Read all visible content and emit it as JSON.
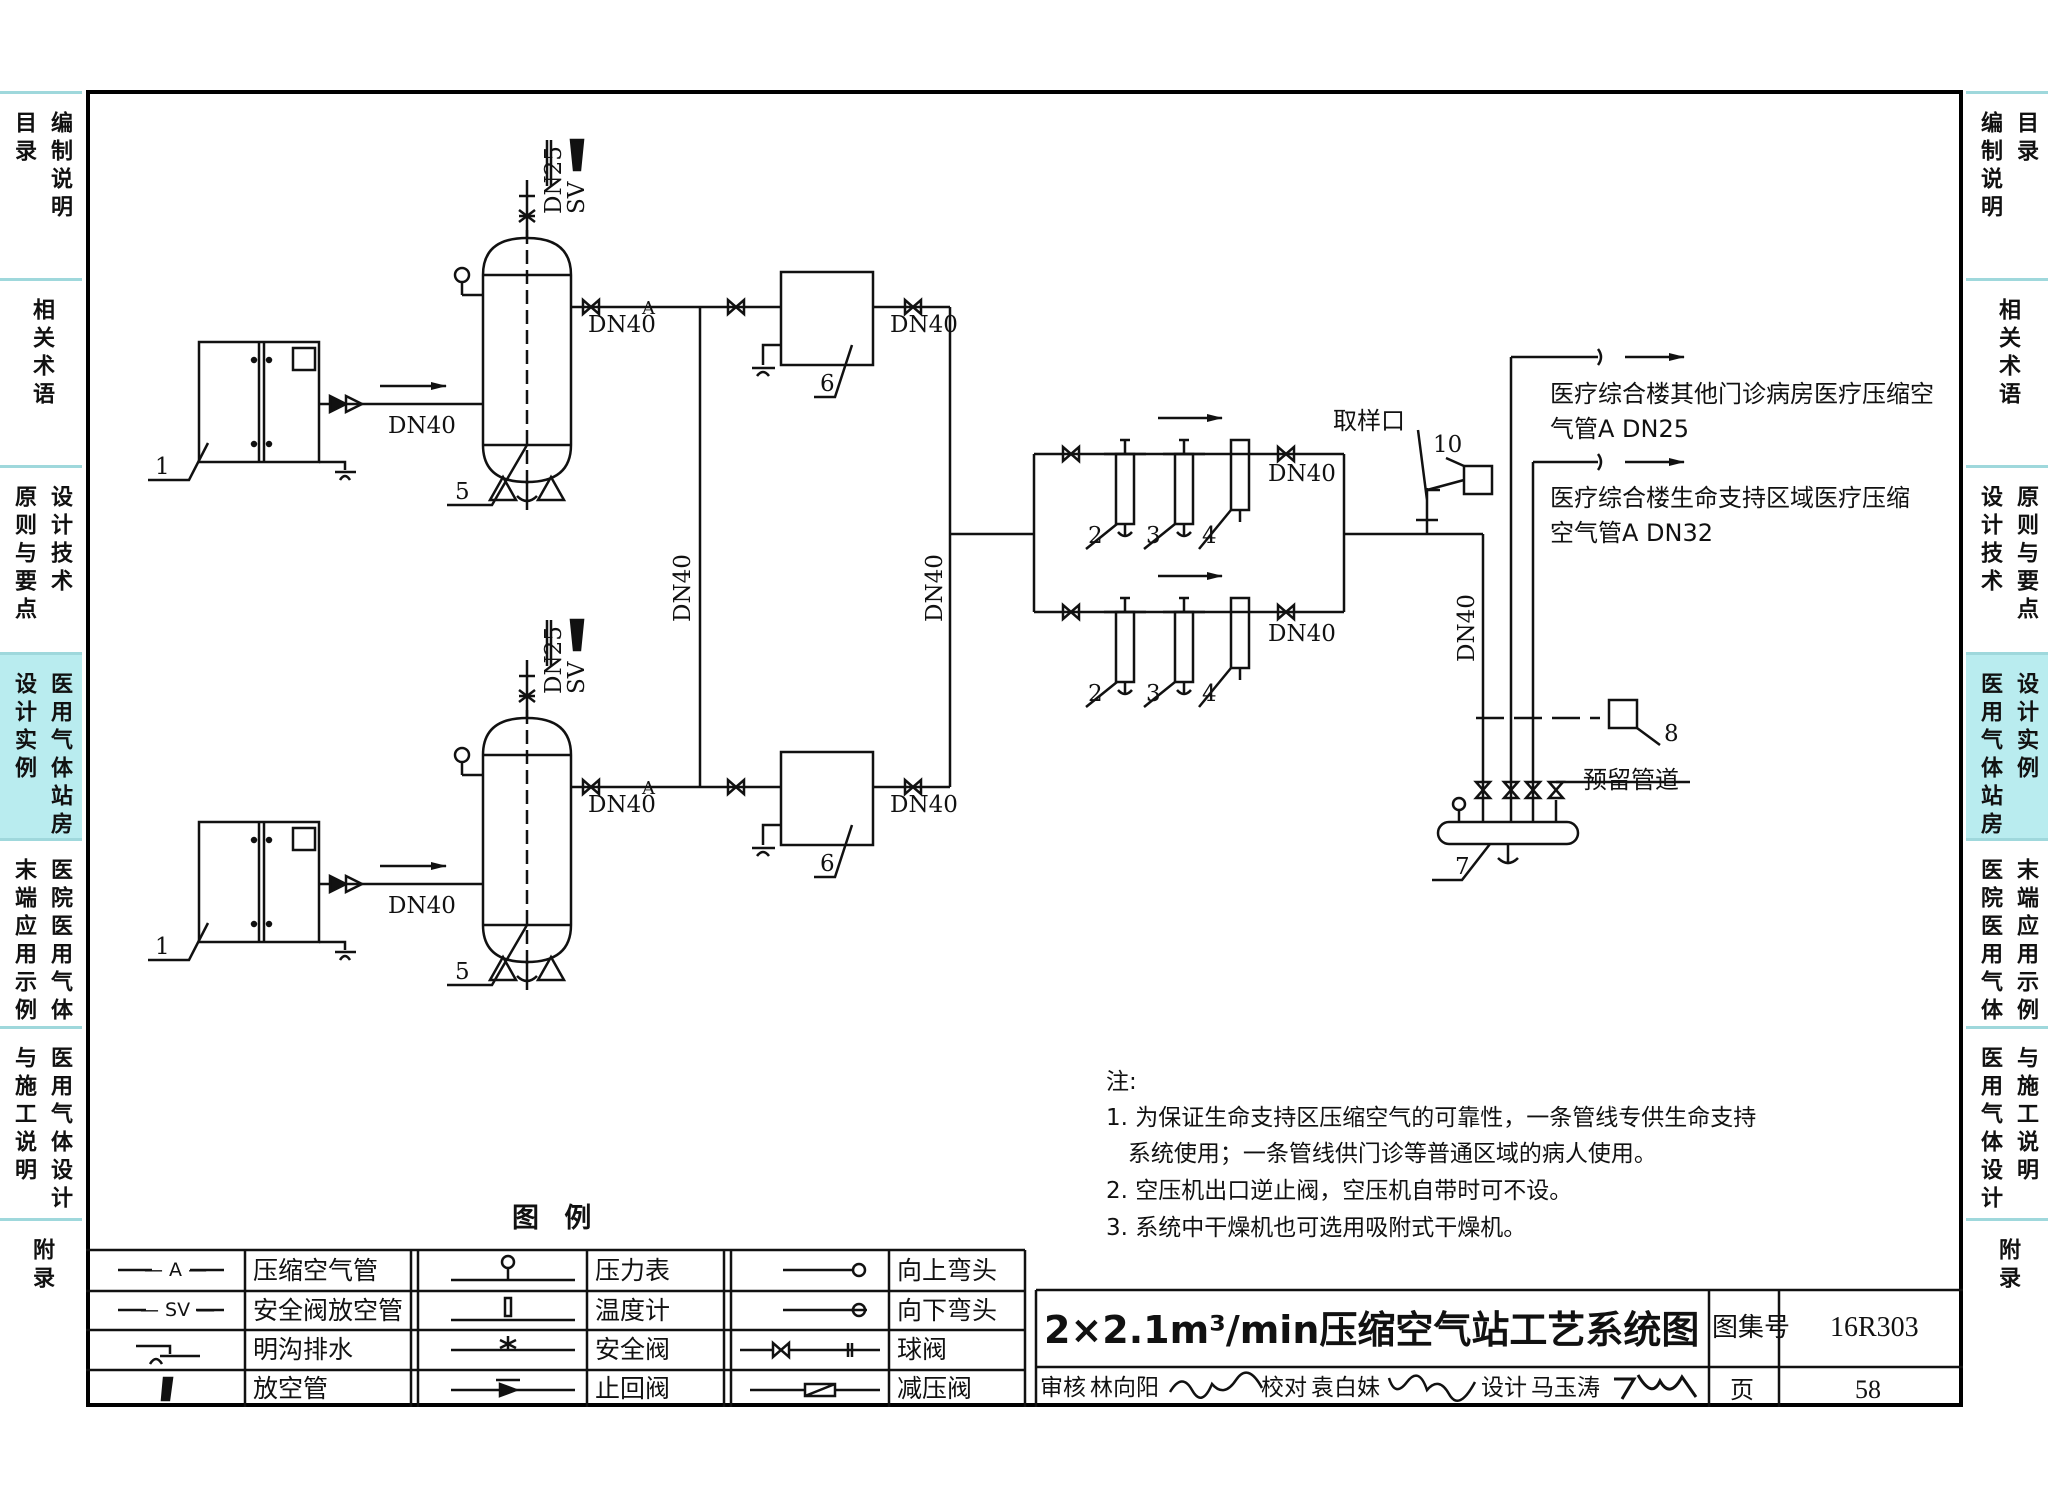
{
  "side_tabs": {
    "left": [
      {
        "cols": [
          "编制说明",
          "目录"
        ],
        "active": false
      },
      {
        "cols": [
          "相关术语"
        ],
        "active": false
      },
      {
        "cols": [
          "设计技术",
          "原则与要点"
        ],
        "active": false
      },
      {
        "cols": [
          "医用气体站房",
          "设计实例"
        ],
        "active": true
      },
      {
        "cols": [
          "医院医用气体",
          "末端应用示例"
        ],
        "active": false
      },
      {
        "cols": [
          "医用气体设计",
          "与施工说明"
        ],
        "active": false
      },
      {
        "cols": [
          "附录"
        ],
        "active": false
      }
    ],
    "right": [
      {
        "cols": [
          "编制说明",
          "目录"
        ],
        "active": false
      },
      {
        "cols": [
          "相关术语"
        ],
        "active": false
      },
      {
        "cols": [
          "设计技术",
          "原则与要点"
        ],
        "active": false
      },
      {
        "cols": [
          "医用气体站房",
          "设计实例"
        ],
        "active": true
      },
      {
        "cols": [
          "医院医用气体",
          "末端应用示例"
        ],
        "active": false
      },
      {
        "cols": [
          "医用气体设计",
          "与施工说明"
        ],
        "active": false
      },
      {
        "cols": [
          "附录"
        ],
        "active": false
      }
    ]
  },
  "diagram": {
    "pipe_labels": {
      "dn40": "DN40",
      "dn25": "DN25",
      "sv": "SV",
      "a": "A"
    },
    "numbers": [
      "1",
      "2",
      "3",
      "4",
      "5",
      "6",
      "7",
      "8",
      "10"
    ],
    "sampling_port": "取样口",
    "reserved_pipe": "预留管道",
    "outlet1": [
      "医疗综合楼其他门诊病房医疗压缩空",
      "气管A DN25"
    ],
    "outlet2": [
      "医疗综合楼生命支持区域医疗压缩",
      "空气管A DN32"
    ]
  },
  "notes": {
    "heading": "注:",
    "items": [
      "1. 为保证生命支持区压缩空气的可靠性，一条管线专供生命支持",
      "   系统使用；一条管线供门诊等普通区域的病人使用。",
      "2. 空压机出口逆止阀，空压机自带时可不设。",
      "3. 系统中干燥机也可选用吸附式干燥机。"
    ]
  },
  "legend": {
    "title": "图 例",
    "items": [
      {
        "symbol": "— A —",
        "label": "压缩空气管"
      },
      {
        "symbol": "— SV —",
        "label": "安全阀放空管"
      },
      {
        "symbol": "drain",
        "label": "明沟排水"
      },
      {
        "symbol": "vent",
        "label": "放空管"
      },
      {
        "symbol": "gauge",
        "label": "压力表"
      },
      {
        "symbol": "thermometer",
        "label": "温度计"
      },
      {
        "symbol": "safety-valve",
        "label": "安全阀"
      },
      {
        "symbol": "check-valve",
        "label": "止回阀"
      },
      {
        "symbol": "elbow-up",
        "label": "向上弯头"
      },
      {
        "symbol": "elbow-down",
        "label": "向下弯头"
      },
      {
        "symbol": "ball-valve",
        "label": "球阀"
      },
      {
        "symbol": "reducing-valve",
        "label": "减压阀"
      }
    ]
  },
  "title_block": {
    "title": "2×2.1m³/min压缩空气站工艺系统图",
    "atlas_label": "图集号",
    "atlas_no": "16R303",
    "review_label": "审核",
    "reviewer": "林向阳",
    "check_label": "校对",
    "checker": "袁白妹",
    "design_label": "设计",
    "designer": "马玉涛",
    "page_label": "页",
    "page_no": "58"
  }
}
